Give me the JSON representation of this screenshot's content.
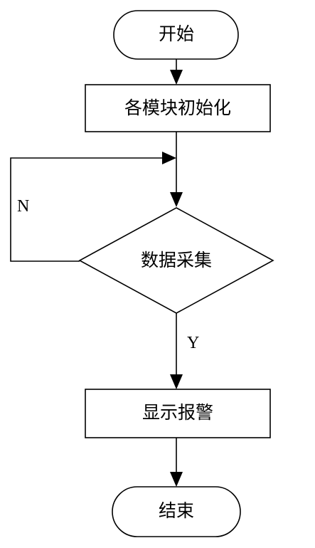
{
  "nodes": {
    "start": {
      "label": "开始",
      "shape": "terminal"
    },
    "init": {
      "label": "各模块初始化",
      "shape": "process"
    },
    "collect": {
      "label": "数据采集",
      "shape": "decision"
    },
    "alarm": {
      "label": "显示报警",
      "shape": "process"
    },
    "end": {
      "label": "结束",
      "shape": "terminal"
    }
  },
  "edges": {
    "no_label": "N",
    "yes_label": "Y"
  },
  "connections": [
    {
      "from": "start",
      "to": "init"
    },
    {
      "from": "init",
      "to": "collect"
    },
    {
      "from": "collect",
      "to": "collect",
      "label_key": "no_label"
    },
    {
      "from": "collect",
      "to": "alarm",
      "label_key": "yes_label"
    },
    {
      "from": "alarm",
      "to": "end"
    }
  ]
}
